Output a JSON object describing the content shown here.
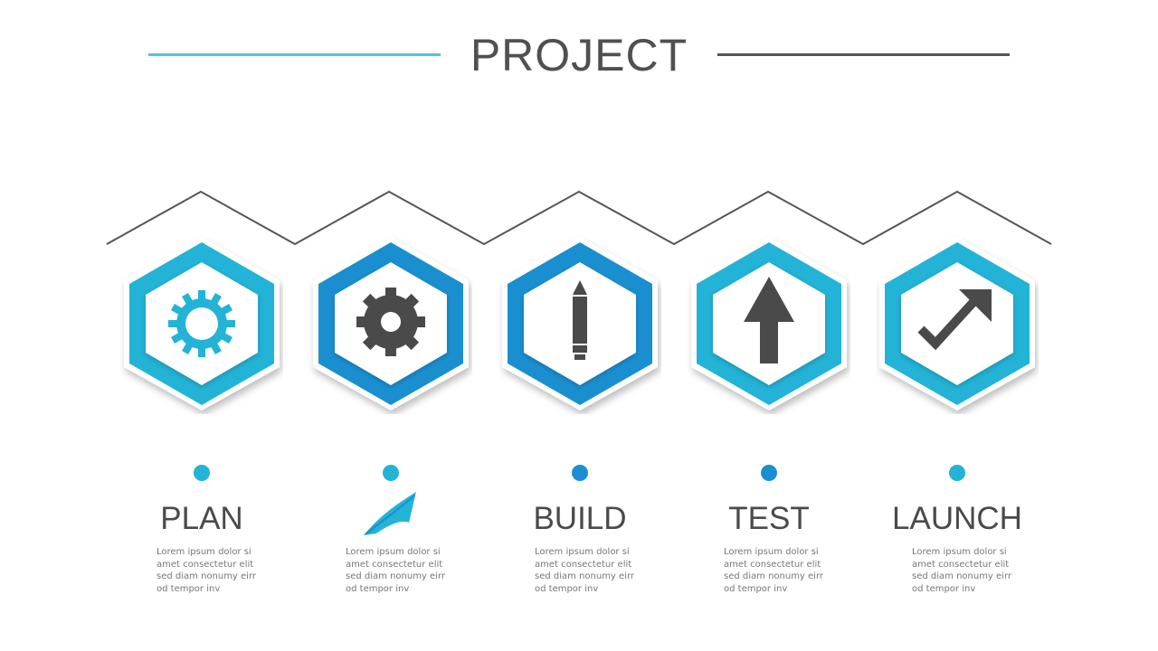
{
  "title": "PROJECT",
  "colors": {
    "accent": "#23b3d6",
    "accent_dark": "#1a8fd0",
    "line_light": "#4cc3e6",
    "line_dark": "#555555",
    "icon_dark": "#4a4a4a"
  },
  "steps": [
    {
      "label": "PLAN",
      "icon": "gear-outline-icon",
      "body": [
        "Lorem ipsum dolor si",
        "amet consectetur elit",
        "sed diam nonumy eirm",
        "od tempor inv"
      ]
    },
    {
      "label": "",
      "icon": "gear-icon",
      "body": [
        "Lorem ipsum dolor si",
        "amet consectetur elit",
        "sed diam nonumy eirm",
        "od tempor inv"
      ]
    },
    {
      "label": "BUILD",
      "icon": "pencil-icon",
      "body": [
        "Lorem ipsum dolor si",
        "amet consectetur elit",
        "sed diam nonumy eirm",
        "od tempor inv"
      ]
    },
    {
      "label": "TEST",
      "icon": "arrow-up-icon",
      "body": [
        "Lorem ipsum dolor si",
        "amet consectetur elit",
        "sed diam nonumy eirm",
        "od tempor inv"
      ]
    },
    {
      "label": "LAUNCH",
      "icon": "trend-arrow-icon",
      "body": [
        "Lorem ipsum dolor si",
        "amet consectetur elit",
        "sed diam nonumy eirm",
        "od tempor inv"
      ]
    }
  ]
}
